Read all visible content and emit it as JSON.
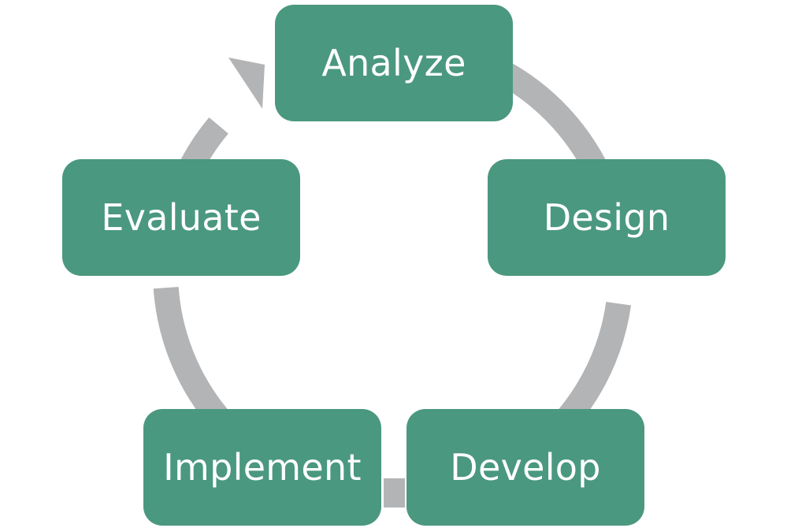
{
  "stages": [
    {
      "label": "Analyze"
    },
    {
      "label": "Design"
    },
    {
      "label": "Develop"
    },
    {
      "label": "Implement"
    },
    {
      "label": "Evaluate"
    }
  ],
  "colors": {
    "box_fill": "#4a987f",
    "arrow_fill": "#b3b4b6",
    "text": "#ffffff"
  }
}
